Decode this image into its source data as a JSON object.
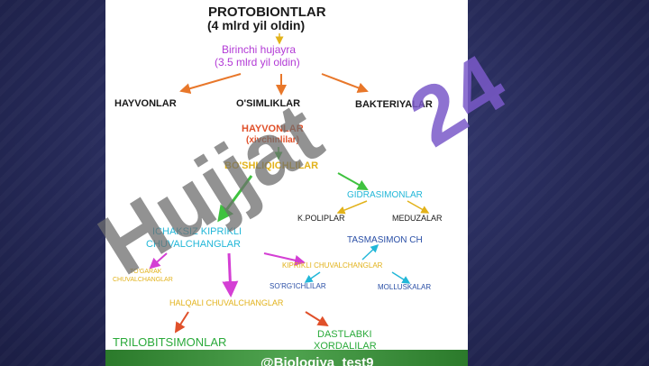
{
  "diagram": {
    "root_title": "PROTOBIONTLAR",
    "root_subtitle": "(4 mlrd yil oldin)",
    "first_cell": "Birinchi hujayra",
    "first_cell_time": "(3.5 mlrd yil oldin)",
    "branches": [
      "HAYVONLAR",
      "O'SIMLIKLAR",
      "BAKTERIYALAR"
    ],
    "animals_title": "HAYVONLAR",
    "animals_sub": "(xivchinlilar)",
    "nodes": {
      "boshliqichlilar": "BO'SHLIQICHLILAR",
      "gidrasimonlar": "GIDRASIMONLAR",
      "k_poliplar": "K.POLIPLAR",
      "meduzalar": "MEDUZALAR",
      "ichaksiz_1": "ICHAKSIZ KIPRIKLI",
      "ichaksiz_2": "CHUVALCHANGLAR",
      "tasmasimon": "TASMASIMON CH",
      "toxarak_1": "TO'GARAK",
      "toxarak_2": "CHUVALCHANGLAR",
      "kiprikli": "KIPRIKLI CHUVALCHANGLAR",
      "sorgichlilar": "SO'RG'ICHLILAR",
      "mollyuskalar": "MOLLUSKALAR",
      "halqali": "HALQALI CHUVALCHANGLAR",
      "trilobitsimonlar": "TRILOBITSIMONLAR",
      "dastlabki_1": "DASTLABKI",
      "dastlabki_2": "XORDALILAR"
    }
  },
  "watermark": {
    "text_main": "Hujjat",
    "text_num": "24",
    "handle": "@Biologiya_test9"
  },
  "colors": {
    "orange": "#e8772a",
    "purple": "#b23ad6",
    "green": "#3fc23f",
    "cyan": "#22b7d8",
    "yellow": "#e2b21a",
    "magenta": "#d43fd4",
    "red": "#e0502a",
    "watermark_gray": "#6b6b6b",
    "watermark_purple": "#7a59c9"
  }
}
